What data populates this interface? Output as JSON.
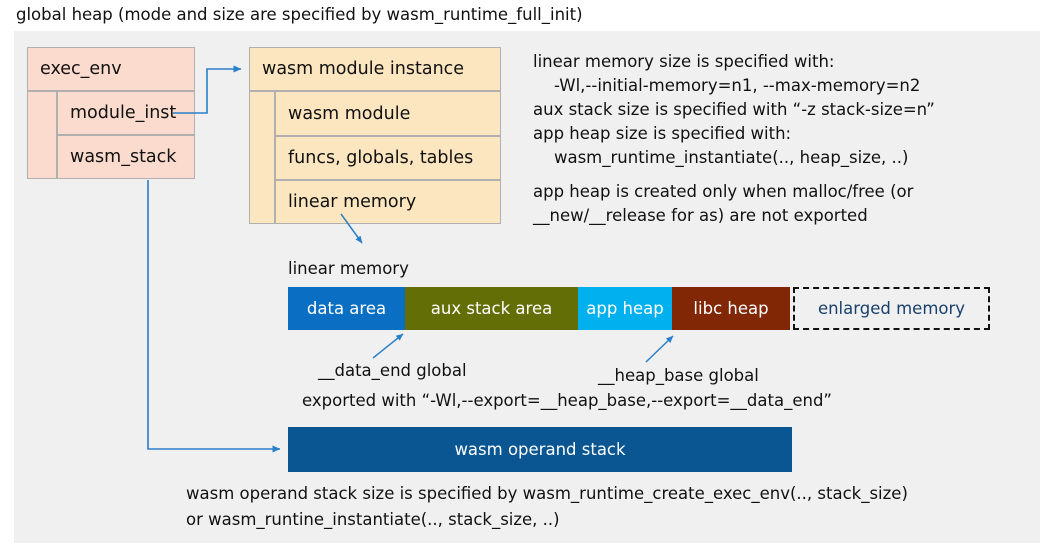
{
  "title": "global heap (mode and size are specified by wasm_runtime_full_init)",
  "colors": {
    "background": "#ffffff",
    "canvas": "#f0f0f0",
    "exec_env_fill": "#fbdbcd",
    "module_instance_fill": "#fce6c0",
    "box_border": "#b0b0b0",
    "arrow": "#2a7fc9",
    "data_area": "#0a6fc2",
    "aux_stack_area": "#646e06",
    "app_heap": "#00b0ef",
    "libc_heap": "#822706",
    "enlarged_memory_border": "#111111",
    "enlarged_memory_text": "#17406b",
    "operand_stack": "#0a5693",
    "text": "#111111"
  },
  "exec_env": {
    "header": "exec_env",
    "fields": [
      {
        "label": "module_inst"
      },
      {
        "label": "wasm_stack"
      }
    ]
  },
  "module_instance": {
    "header": "wasm module instance",
    "fields": [
      {
        "label": "wasm module"
      },
      {
        "label": "funcs, globals, tables"
      },
      {
        "label": "linear memory"
      }
    ]
  },
  "notes": {
    "lines": [
      "linear memory size is specified with:",
      "    -Wl,--initial-memory=n1, --max-memory=n2",
      "aux stack size is specified with “-z stack-size=n”",
      "app heap size is specified with:",
      "    wasm_runtime_instantiate(.., heap_size, ..)",
      "app heap is created only when malloc/free (or",
      "__new/__release for as) are not exported"
    ]
  },
  "linear_memory": {
    "caption": "linear memory",
    "segments": [
      {
        "label": "data area",
        "color": "#0a6fc2",
        "style": "solid"
      },
      {
        "label": "aux stack area",
        "color": "#646e06",
        "style": "solid"
      },
      {
        "label": "app heap",
        "color": "#00b0ef",
        "style": "solid"
      },
      {
        "label": "libc heap",
        "color": "#822706",
        "style": "solid"
      },
      {
        "label": "enlarged memory",
        "color": "#f0f0f0",
        "style": "dashed"
      }
    ],
    "annotations": {
      "data_end": "__data_end global",
      "heap_base": "__heap_base global",
      "exported_with": "exported with “-Wl,--export=__heap_base,--export=__data_end”"
    }
  },
  "operand_stack": {
    "label": "wasm operand stack",
    "notes": [
      "wasm operand stack size is specified by wasm_runtime_create_exec_env(.., stack_size)",
      "or wasm_runtine_instantiate(.., stack_size, ..)"
    ]
  }
}
